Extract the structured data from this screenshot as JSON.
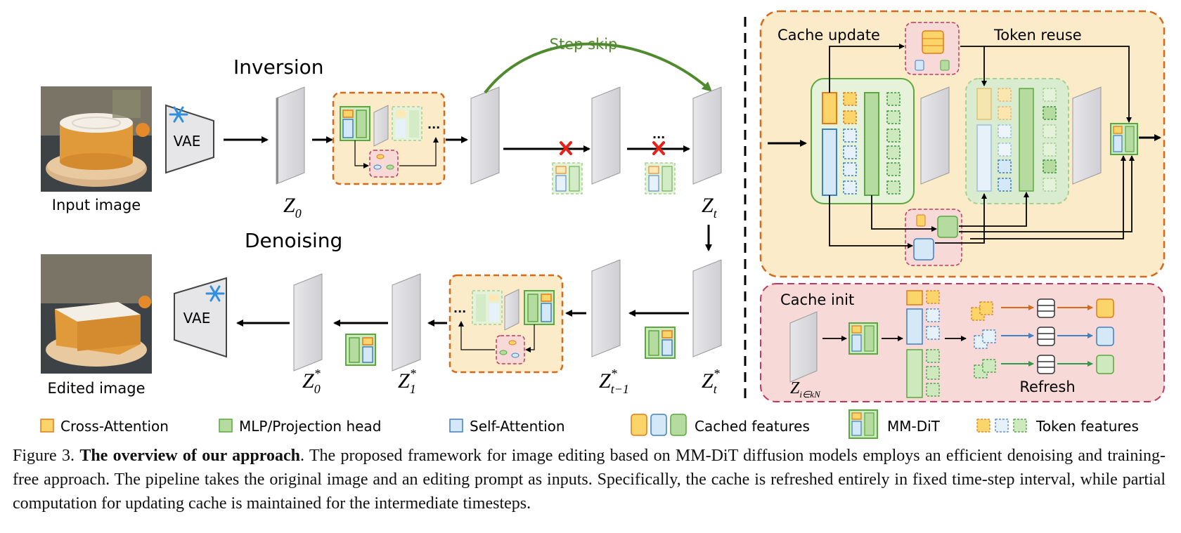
{
  "labels": {
    "inversion": "Inversion",
    "denoising": "Denoising",
    "step_skip": "Step skip",
    "vae": "VAE",
    "input_image": "Input image",
    "edited_image": "Edited image",
    "ellipsis": "...",
    "cache_update": "Cache update",
    "token_reuse": "Token reuse",
    "cache_init": "Cache init",
    "refresh": "Refresh"
  },
  "math": {
    "z0": {
      "base": "Z",
      "sub": "0"
    },
    "zt": {
      "base": "Z",
      "sub": "t"
    },
    "z0s": {
      "base": "Z",
      "sub": "0",
      "sup": "*"
    },
    "z1s": {
      "base": "Z",
      "sub": "1",
      "sup": "*"
    },
    "ztm1s": {
      "base": "Z",
      "sub": "t−1",
      "sup": "*"
    },
    "zts": {
      "base": "Z",
      "sub": "t",
      "sup": "*"
    },
    "zkn": {
      "base": "Z",
      "sub": "i∈kN"
    }
  },
  "legend": {
    "cross_attention": "Cross-Attention",
    "mlp": "MLP/Projection head",
    "self_attention": "Self-Attention",
    "cached_features": "Cached features",
    "mmdit": "MM-DiT",
    "token_features": "Token features"
  },
  "caption": {
    "prefix": "Figure 3.",
    "bold": "The overview of our approach",
    "text": ". The proposed framework for image editing based on MM-DiT diffusion models employs an efficient denoising and training-free approach. The pipeline takes the original image and an editing prompt as inputs. Specifically, the cache is refreshed entirely in fixed time-step interval, while partial computation for updating cache is maintained for the intermediate timesteps."
  },
  "colors": {
    "orange_fill": "#fbd46a",
    "orange_stroke": "#e07b1a",
    "green_fill": "#b5dba0",
    "green_stroke": "#5aa83e",
    "blue_fill": "#d5e8f7",
    "blue_stroke": "#3f7fc4",
    "panel_orange": "#fcebc8",
    "panel_pink": "#f7dad8",
    "step_skip": "#4f8a2e"
  }
}
